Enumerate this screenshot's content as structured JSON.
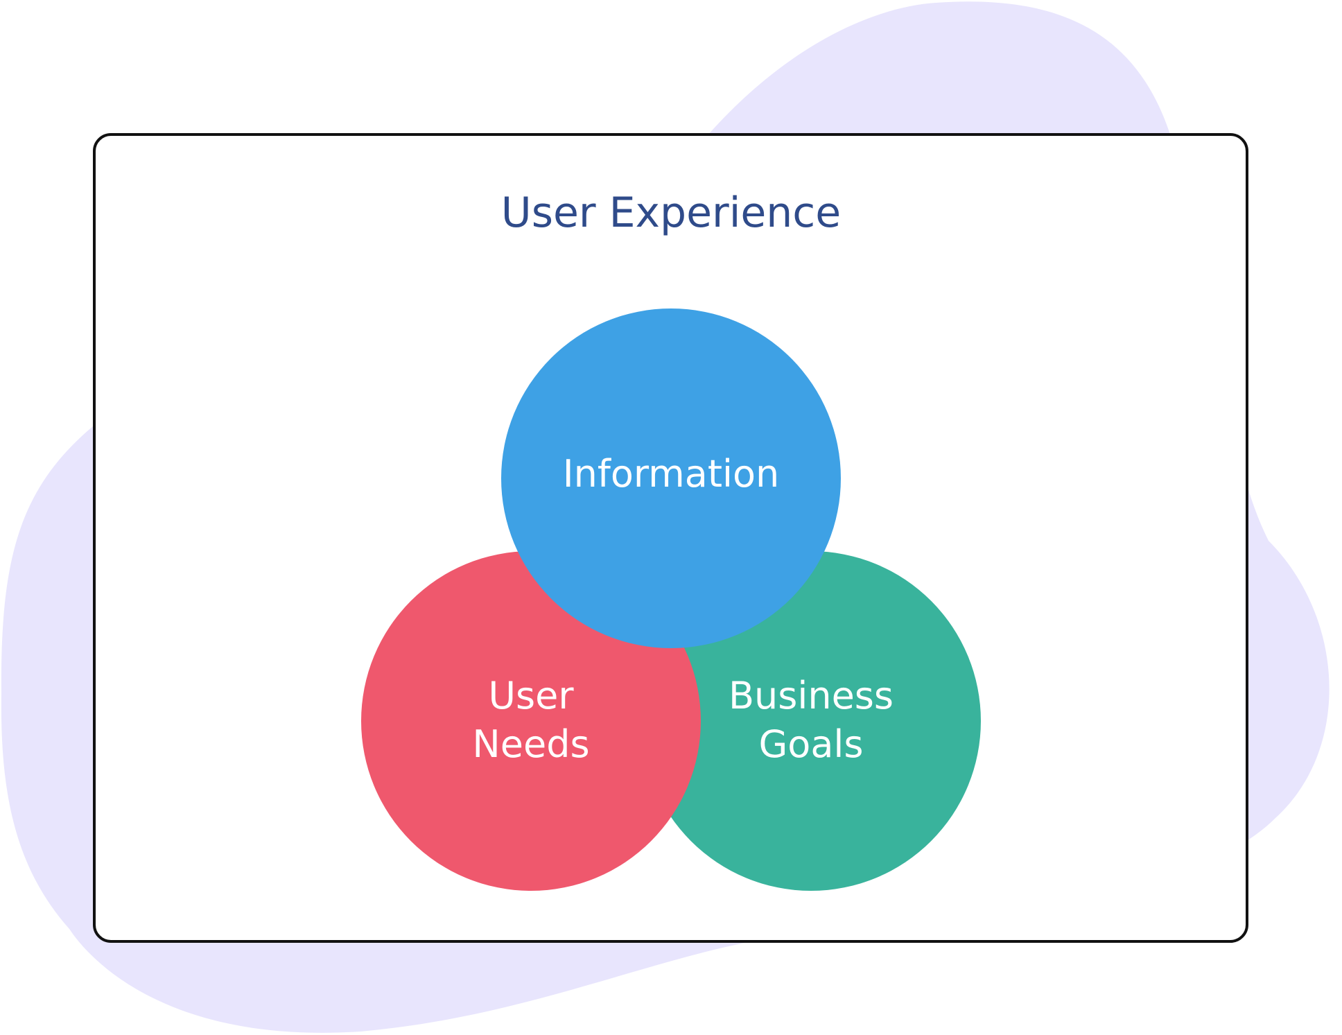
{
  "title": "User Experience",
  "circles": {
    "information": {
      "lines": [
        "Information"
      ]
    },
    "user_needs": {
      "lines": [
        "User",
        "Needs"
      ]
    },
    "business_goals": {
      "lines": [
        "Business",
        "Goals"
      ]
    }
  },
  "colors": {
    "blob": "#e8e5fd",
    "card_background": "#ffffff",
    "card_border": "#111111",
    "title": "#2f4b8a",
    "information": "#3ea1e5",
    "user_needs": "#ef586d",
    "business_goals": "#39b39c",
    "circle_text": "#ffffff"
  }
}
